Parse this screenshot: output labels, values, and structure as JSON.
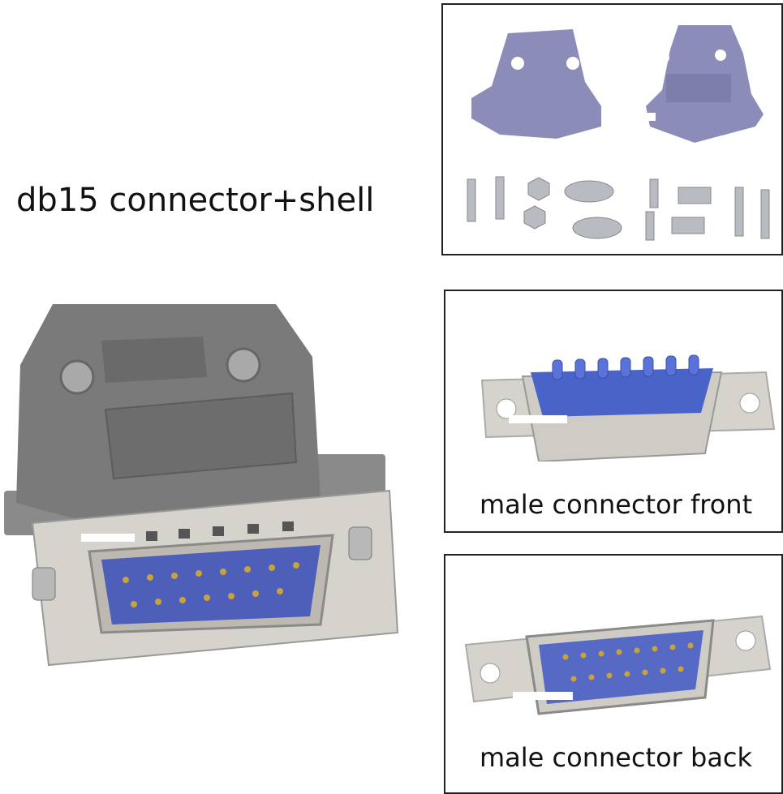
{
  "title": "db15 connector+shell",
  "panels": {
    "shell_parts": {
      "caption": ""
    },
    "male_front": {
      "caption": "male connector front"
    },
    "male_back": {
      "caption": "male connector back"
    }
  },
  "colors": {
    "shell_gray": "#7b7b7b",
    "shell_purple": "#8c8cb8",
    "insulator_blue": "#4a63c8",
    "metal": "#c9c6bf",
    "pin_gold": "#c9a23a"
  }
}
